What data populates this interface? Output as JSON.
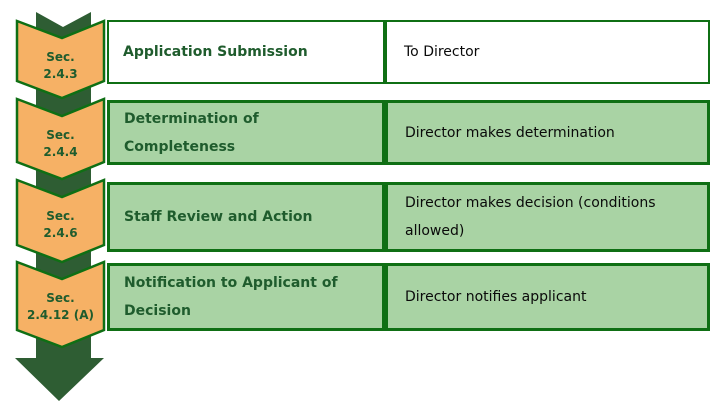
{
  "flow": {
    "steps": [
      {
        "sec": [
          "Sec.",
          "2.4.3"
        ],
        "process": [
          "Application Submission"
        ],
        "outcome": [
          "To Director"
        ],
        "highlighted": false
      },
      {
        "sec": [
          "Sec.",
          "2.4.4"
        ],
        "process": [
          "Determination of",
          "Completeness"
        ],
        "outcome": [
          "Director makes determination"
        ],
        "highlighted": true
      },
      {
        "sec": [
          "Sec.",
          "2.4.6"
        ],
        "process": [
          "Staff Review and Action"
        ],
        "outcome": [
          "Director makes decision (conditions",
          "allowed)"
        ],
        "highlighted": true
      },
      {
        "sec": [
          "Sec.",
          "2.4.12 (A)"
        ],
        "process": [
          "Notification to Applicant of",
          "Decision"
        ],
        "outcome": [
          "Director notifies applicant"
        ],
        "highlighted": true
      }
    ],
    "colors": {
      "chevron_orange": "#F6B165",
      "border_green": "#0F6F14",
      "box_fill_green": "#A9D3A4",
      "box_fill_white": "#FFFFFF",
      "arrow_dark_green": "#2E5D33",
      "heading_text_green": "#1F5C2D",
      "body_text": "#0A0A0A"
    }
  }
}
